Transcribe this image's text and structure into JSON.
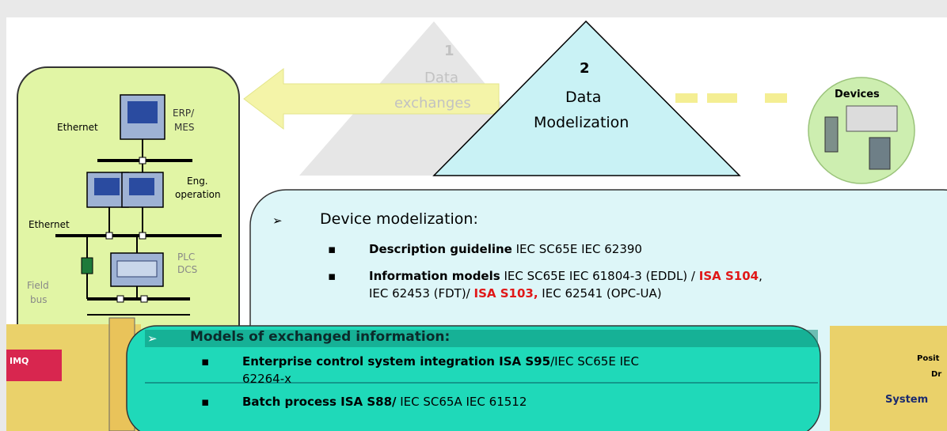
{
  "triangle_exchanges": {
    "number": "1",
    "line1": "Data",
    "line2": "exchanges"
  },
  "triangle_modelization": {
    "number": "2",
    "line1": "Data",
    "line2": "Modelization"
  },
  "devices": {
    "label": "Devices"
  },
  "plant": {
    "ethernet_top": "Ethernet",
    "erp_line1": "ERP/",
    "erp_line2": "MES",
    "eng_line1": "Eng.",
    "eng_line2": "operation",
    "ethernet_mid": "Ethernet",
    "plc_line1": "PLC",
    "plc_line2": "DCS",
    "field_line1": "Field",
    "field_line2": "bus"
  },
  "device_modelization": {
    "heading": "Device modelization:",
    "items": [
      {
        "label": "Description guideline",
        "rest": " IEC SC65E IEC 62390"
      },
      {
        "label": "Information models",
        "rest1": " IEC SC65E  IEC 61804-3 (EDDL) / ",
        "isa1": "ISA S104",
        "comma": ",",
        "line2a": "IEC 62453 (FDT)/ ",
        "isa2": "ISA S103,",
        "line2b": " IEC 62541 (OPC-UA)"
      }
    ]
  },
  "exchanged_info": {
    "heading": "Models of exchanged information:",
    "items": [
      {
        "label": "Enterprise control system integration ",
        "std": "ISA S95",
        "rest": "/IEC SC65E IEC",
        "line2": "62264-x"
      },
      {
        "label": "Batch process ",
        "std": "ISA S88/",
        "rest": " IEC SC65A  IEC 61512"
      }
    ]
  },
  "side_fragments": {
    "left": "IMQ",
    "right_top": "Posit",
    "right_mid": "Dr",
    "right_bottom": "System"
  },
  "colors": {
    "plant_fill": "#e1f5a5",
    "dev_box_fill": "#ddf6f8",
    "exch_box_fill": "#1fd9b9",
    "triangle_fill": "#c9f2f5",
    "faded_triangle": "#e4e4e4",
    "arrow_fill": "#f4f4a8",
    "devices_fill": "#cdeeb0",
    "accent_red": "#e01818"
  }
}
